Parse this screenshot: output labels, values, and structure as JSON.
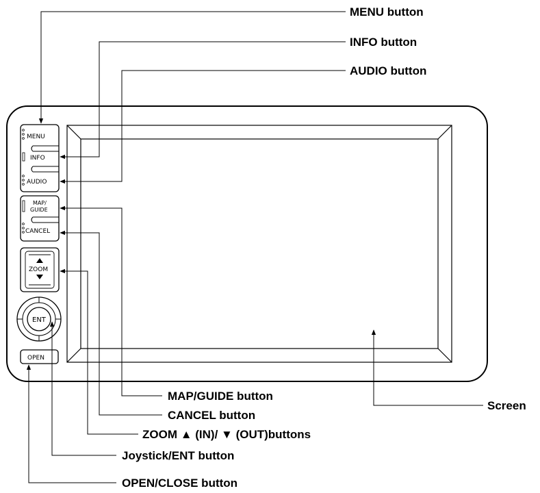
{
  "callouts": {
    "menu": "MENU button",
    "info": "INFO button",
    "audio": "AUDIO button",
    "map_guide": "MAP/GUIDE button",
    "cancel": "CANCEL button",
    "zoom": "ZOOM ▲ (IN)/ ▼ (OUT)buttons",
    "joystick": "Joystick/ENT button",
    "open_close": "OPEN/CLOSE button",
    "screen": "Screen"
  },
  "panel_buttons": {
    "menu": "MENU",
    "info": "INFO",
    "audio": "AUDIO",
    "map": "MAP/",
    "guide": "GUIDE",
    "cancel": "CANCEL",
    "zoom": "ZOOM",
    "ent": "ENT",
    "open": "OPEN"
  }
}
